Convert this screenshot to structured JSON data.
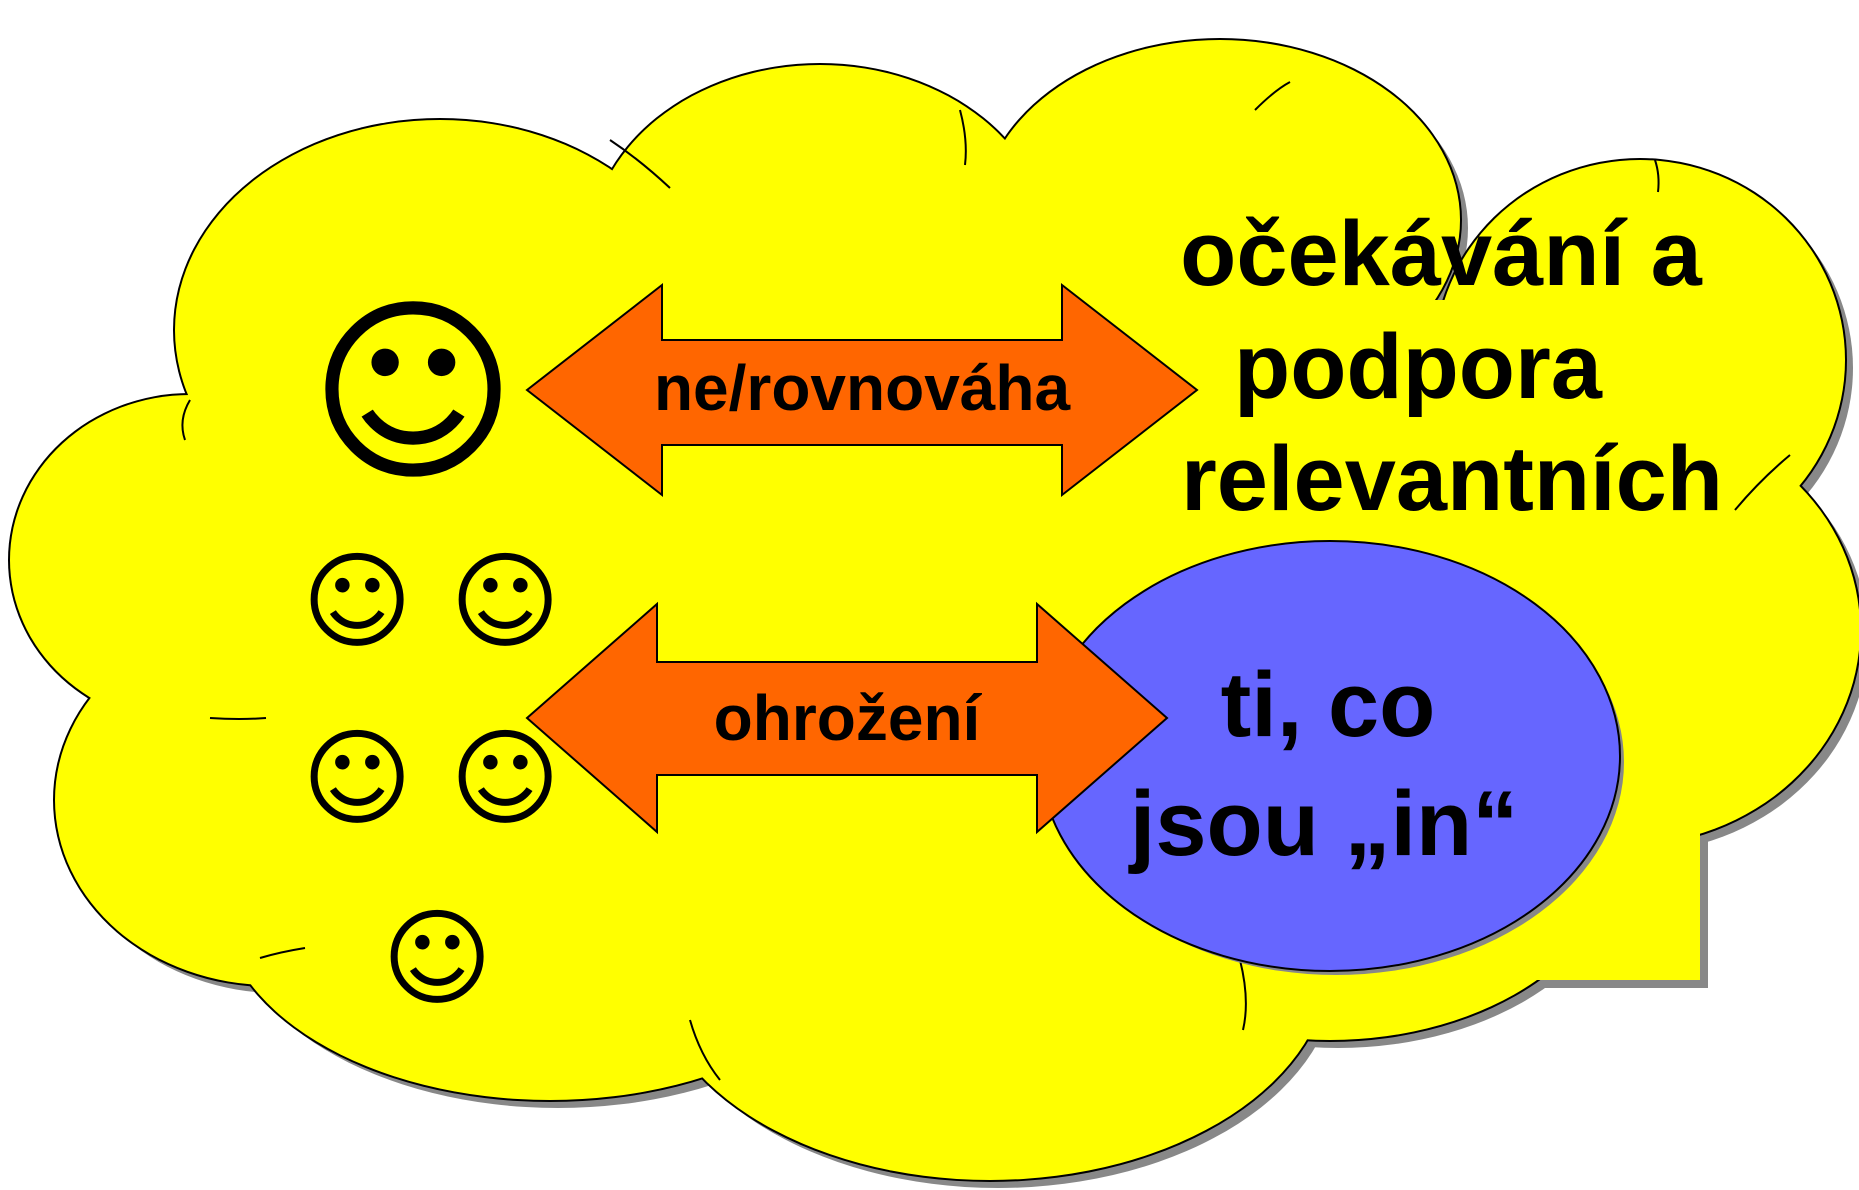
{
  "colors": {
    "cloud_fill": "#ffff00",
    "cloud_shadow": "#888888",
    "arrow_fill": "#ff6600",
    "ellipse_fill": "#6666ff",
    "outline": "#000000"
  },
  "icons": {
    "smiley": "☺"
  },
  "arrows": {
    "top_label": "ne/rovnováha",
    "bottom_label": "ohrožení"
  },
  "cloud_text": [
    "očekávání a",
    "podpora",
    "relevantních"
  ],
  "ellipse_text": [
    "ti, co",
    "jsou „in“"
  ]
}
